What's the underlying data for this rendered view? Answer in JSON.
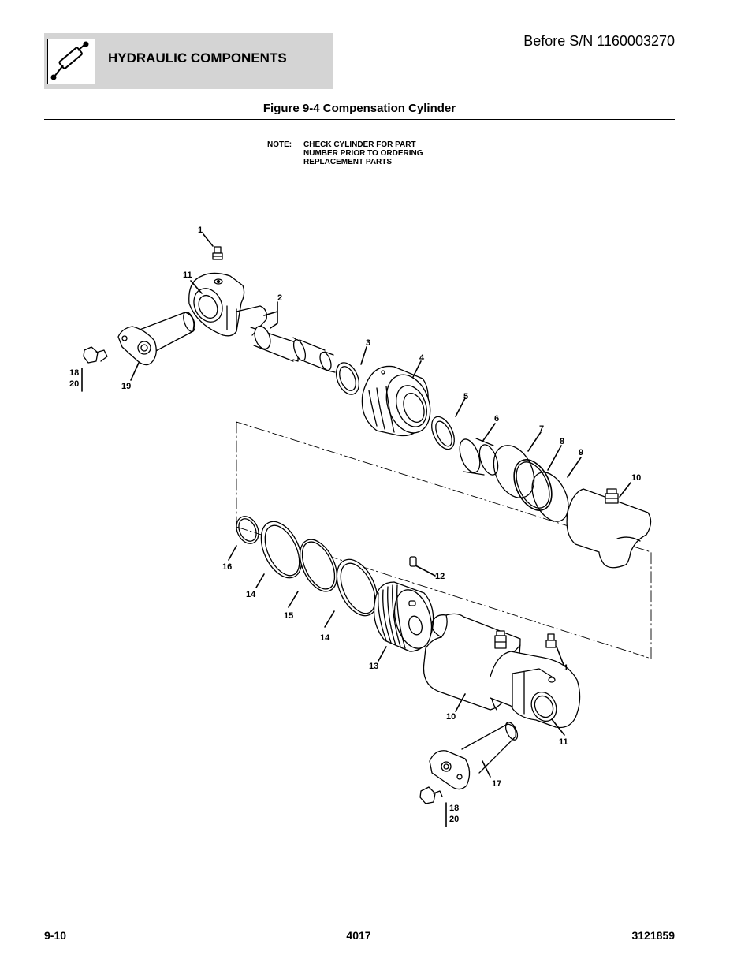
{
  "header": {
    "section_title": "HYDRAULIC COMPONENTS",
    "icon": "hydraulic-cylinder-icon",
    "serial_note": "Before S/N 1160003270"
  },
  "figure": {
    "title": "Figure 9-4 Compensation Cylinder",
    "note_label": "NOTE:",
    "note_lines": [
      "CHECK CYLINDER FOR PART",
      "NUMBER PRIOR TO ORDERING",
      "REPLACEMENT PARTS"
    ],
    "callouts": {
      "c1a": "1",
      "c11a": "11",
      "c2": "2",
      "c3": "3",
      "c4": "4",
      "c5": "5",
      "c6": "6",
      "c7": "7",
      "c8": "8",
      "c9": "9",
      "c10a": "10",
      "c18a": "18",
      "c20a": "20",
      "c19": "19",
      "c16": "16",
      "c14a": "14",
      "c15": "15",
      "c14b": "14",
      "c12": "12",
      "c13": "13",
      "c1b": "1",
      "c10b": "10",
      "c11b": "11",
      "c17": "17",
      "c18b": "18",
      "c20b": "20"
    }
  },
  "footer": {
    "page": "9-10",
    "model": "4017",
    "doc_number": "3121859"
  }
}
